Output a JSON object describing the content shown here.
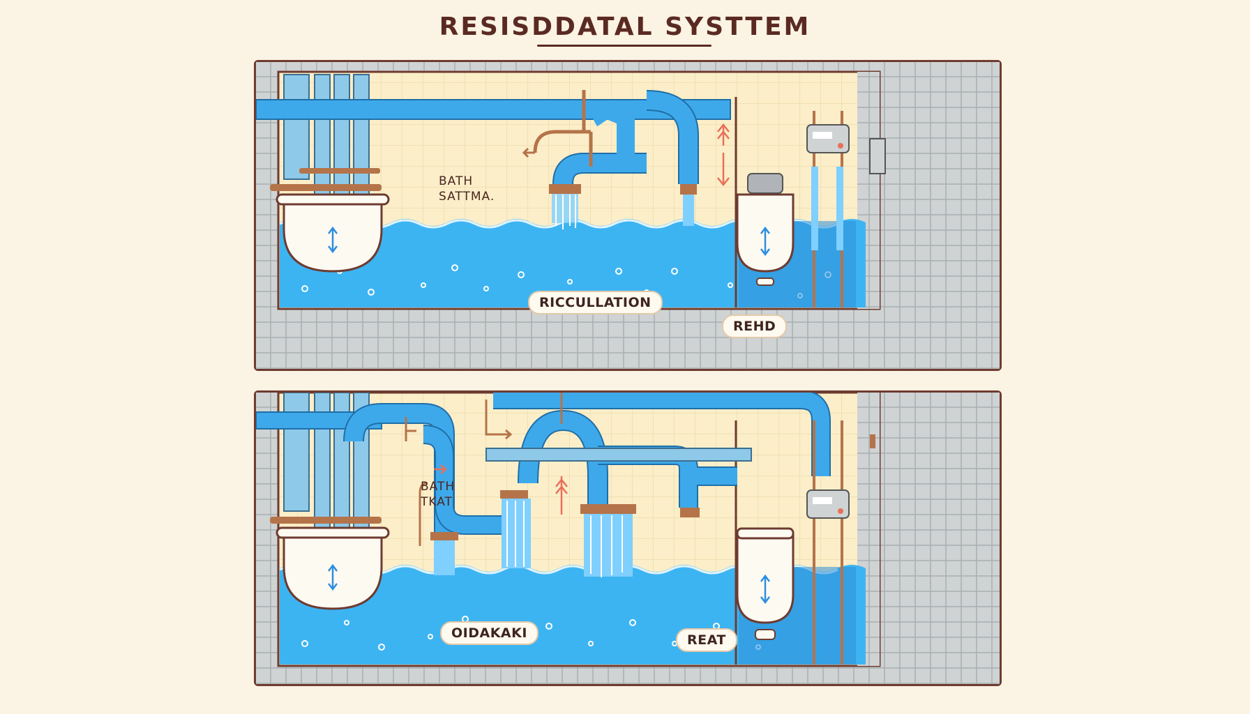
{
  "title": "RESISDDATAL SYSTTEM",
  "top_panel": {
    "label_bath_line1": "BATH",
    "label_bath_line2": "SATTMA.",
    "label_recirculation": "RICCULLATION",
    "label_reheat": "REHD"
  },
  "bottom_panel": {
    "label_bath_line1": "BATH",
    "label_bath_line2": "TKAT",
    "label_oidakaki": "OIDAKAKI",
    "label_reheat": "REAT"
  },
  "colors": {
    "water": "#3db4f2",
    "pipe": "#3ea9ea",
    "copper": "#b5734a",
    "arrow_red": "#e8705a",
    "wall_tile": "#fbeec8",
    "frame": "#6e3b30"
  }
}
